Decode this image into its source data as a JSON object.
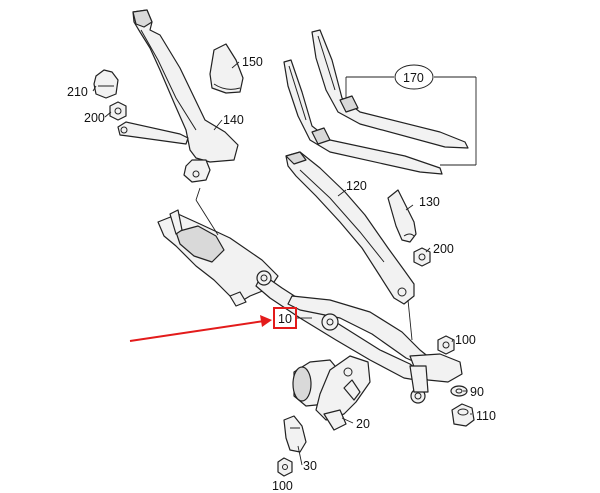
{
  "labels": {
    "p10": "10",
    "p20": "20",
    "p30": "30",
    "p90": "90",
    "p100a": "100",
    "p100b": "100",
    "p110": "110",
    "p120": "120",
    "p130": "130",
    "p140": "140",
    "p150": "150",
    "p170": "170",
    "p200a": "200",
    "p200b": "200",
    "p210": "210"
  },
  "colors": {
    "highlight": "#e31b1b",
    "line": "#222222"
  }
}
